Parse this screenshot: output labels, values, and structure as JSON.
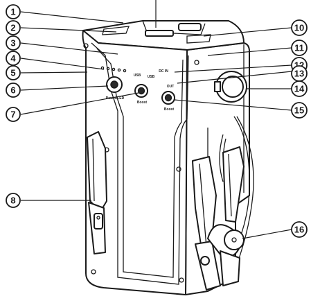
{
  "diagram": {
    "device_labels": {
      "power_button": "Power/LED",
      "usb_port": "Boost",
      "boost_button": "Boost",
      "output_left": "USB",
      "output_right": "USB",
      "input_port": "DC IN",
      "output_port": "OUT"
    },
    "callouts": [
      {
        "number": "1"
      },
      {
        "number": "2"
      },
      {
        "number": "3"
      },
      {
        "number": "4"
      },
      {
        "number": "5"
      },
      {
        "number": "6"
      },
      {
        "number": "7"
      },
      {
        "number": "8"
      },
      {
        "number": "10"
      },
      {
        "number": "11"
      },
      {
        "number": "12"
      },
      {
        "number": "13"
      },
      {
        "number": "14"
      },
      {
        "number": "15"
      },
      {
        "number": "16"
      }
    ]
  }
}
